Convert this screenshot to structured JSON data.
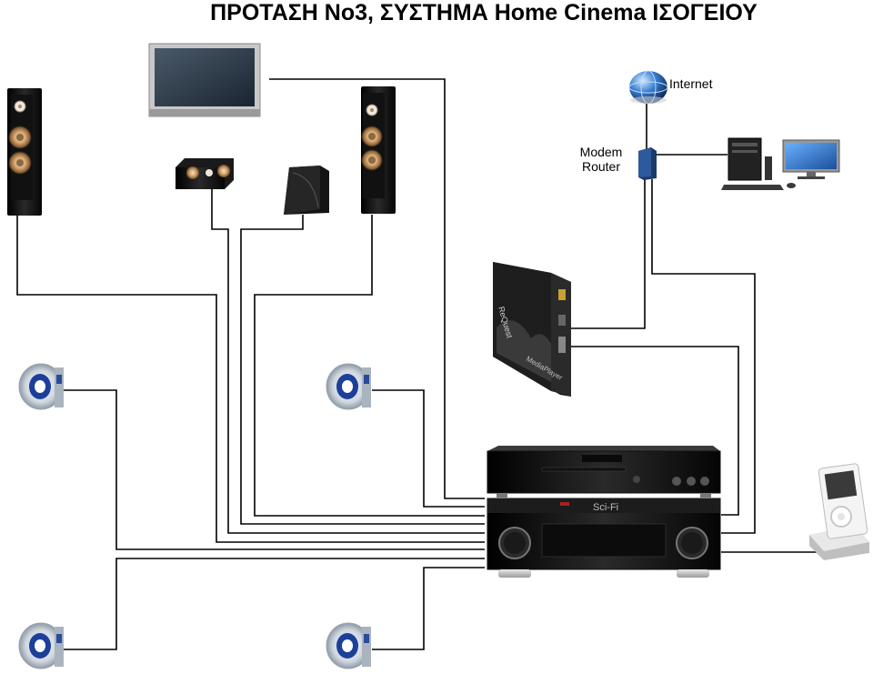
{
  "title": "ΠΡΟΤΑΣΗ Νο3, ΣΥΣΤΗΜΑ Home Cinema ΙΣΟΓΕΙΟΥ",
  "labels": {
    "internet": "Internet",
    "modem_line1": "Modem",
    "modem_line2": "Router"
  },
  "devices": {
    "mediaplayer_brand": "ReQuest",
    "mediaplayer_model": "MediaPlayer",
    "receiver_display": "Sci-Fi"
  }
}
